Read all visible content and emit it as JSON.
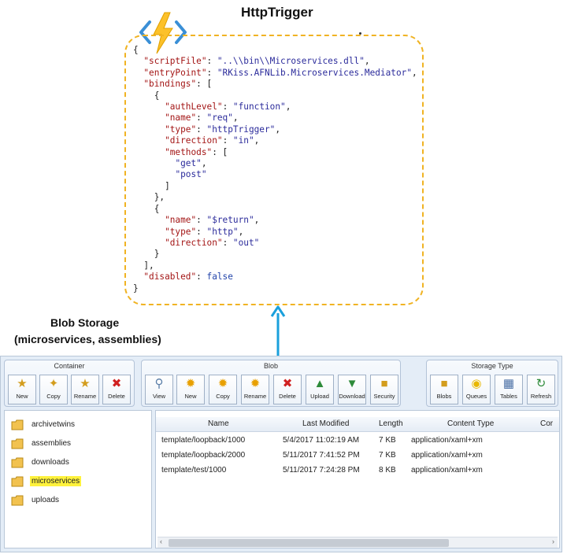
{
  "diagram": {
    "title": "HttpTrigger",
    "blob_title": "Blob Storage",
    "blob_subtitle": "(microservices, assemblies)",
    "code_lines": [
      "{",
      "  \"scriptFile\": \"..\\\\bin\\\\Microservices.dll\",",
      "  \"entryPoint\": \"RKiss.AFNLib.Microservices.Mediator\",",
      "  \"bindings\": [",
      "    {",
      "      \"authLevel\": \"function\",",
      "      \"name\": \"req\",",
      "      \"type\": \"httpTrigger\",",
      "      \"direction\": \"in\",",
      "      \"methods\": [",
      "        \"get\",",
      "        \"post\"",
      "      ]",
      "    },",
      "    {",
      "      \"name\": \"$return\",",
      "      \"type\": \"http\",",
      "      \"direction\": \"out\"",
      "    }",
      "  ],",
      "  \"disabled\": false",
      "}"
    ],
    "colors": {
      "dash": "#f0b323",
      "arrow": "#1aa0dc",
      "bolt": "#fcc12a",
      "chevron": "#3a8fd6",
      "highlight": "#fff23c"
    }
  },
  "toolbar": {
    "groups": [
      {
        "label": "Container",
        "buttons": [
          {
            "label": "New",
            "icon": "new-folder-icon"
          },
          {
            "label": "Copy",
            "icon": "copy-folder-icon"
          },
          {
            "label": "Rename",
            "icon": "rename-folder-icon"
          },
          {
            "label": "Delete",
            "icon": "delete-folder-icon"
          }
        ]
      },
      {
        "label": "Blob",
        "buttons": [
          {
            "label": "View",
            "icon": "magnifier-icon"
          },
          {
            "label": "New",
            "icon": "new-blob-icon"
          },
          {
            "label": "Copy",
            "icon": "copy-blob-icon"
          },
          {
            "label": "Rename",
            "icon": "rename-blob-icon"
          },
          {
            "label": "Delete",
            "icon": "delete-blob-icon"
          },
          {
            "label": "Upload",
            "icon": "upload-icon"
          },
          {
            "label": "Download",
            "icon": "download-icon"
          },
          {
            "label": "Security",
            "icon": "security-icon"
          }
        ]
      },
      {
        "label": "Storage Type",
        "buttons": [
          {
            "label": "Blobs",
            "icon": "blobs-icon"
          },
          {
            "label": "Queues",
            "icon": "queues-icon"
          },
          {
            "label": "Tables",
            "icon": "tables-icon"
          },
          {
            "label": "Refresh",
            "icon": "refresh-icon"
          }
        ]
      }
    ]
  },
  "folders": {
    "items": [
      "archivetwins",
      "assemblies",
      "downloads",
      "microservices",
      "uploads"
    ],
    "selected": "microservices"
  },
  "blob_list": {
    "columns": [
      "Name",
      "Last Modified",
      "Length",
      "Content Type",
      "Cor"
    ],
    "rows": [
      [
        "template/loopback/1000",
        "5/4/2017 11:02:19 AM",
        "7 KB",
        "application/xaml+xm"
      ],
      [
        "template/loopback/2000",
        "5/11/2017 7:41:52 PM",
        "7 KB",
        "application/xaml+xm"
      ],
      [
        "template/test/1000",
        "5/11/2017 7:24:28 PM",
        "8 KB",
        "application/xaml+xm"
      ]
    ]
  }
}
